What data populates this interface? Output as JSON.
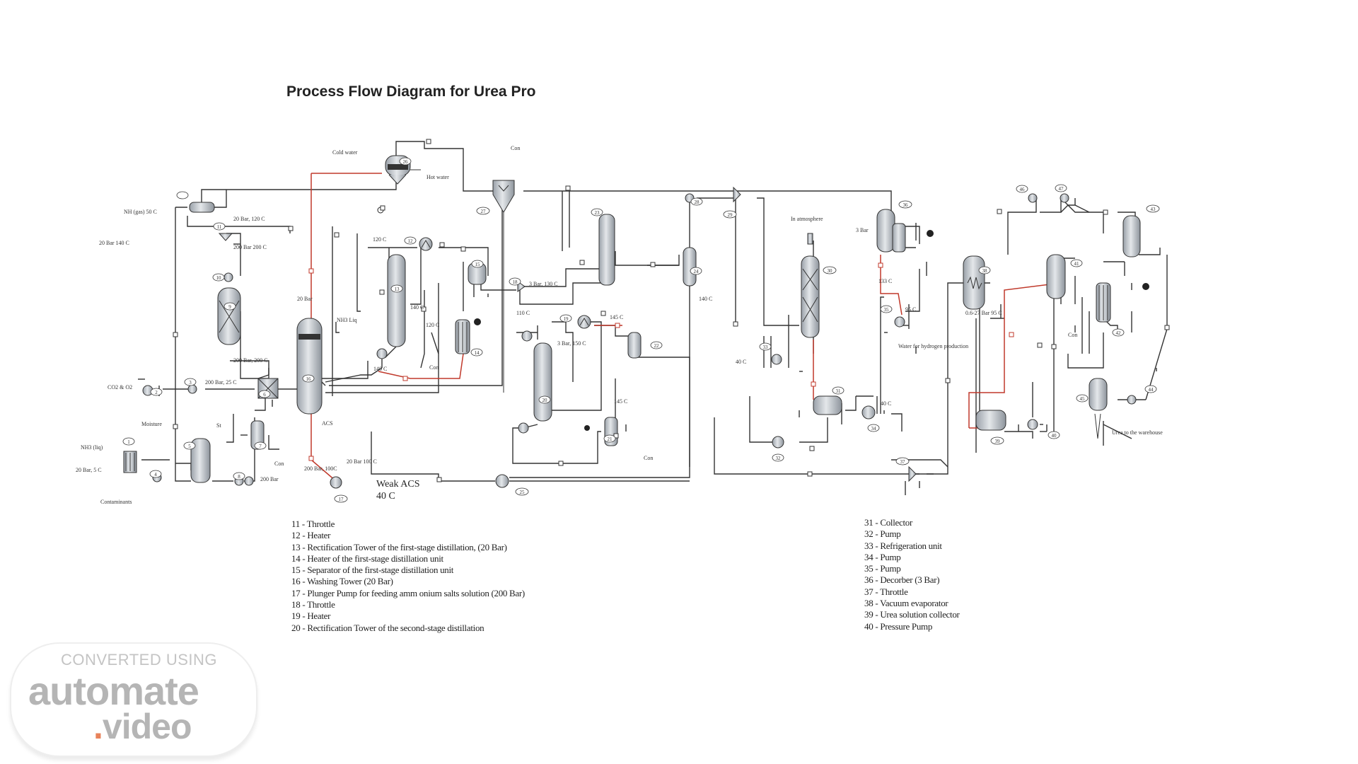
{
  "title": "Process Flow Diagram for Urea Pro",
  "labels": {
    "cold_water": "Cold water",
    "hot_water": "Hot water",
    "con_top": "Con",
    "nh3_gas": "NH (gas) 50 C",
    "p20_140": "20 Bar 140 C",
    "p200_120": "20 Bar, 120 C",
    "p200_200": "200 Bar 200 C",
    "t120a": "120 C",
    "t140a": "140 C",
    "t120b": "120 C",
    "t140b": "140 C",
    "p3_130": "3 Bar, 130 C",
    "t110": "110 C",
    "t145a": "145 C",
    "t145b": "145 C",
    "p3_150": "3 Bar, 150 C",
    "t140c": "140 C",
    "in_atm": "In atmosphere",
    "p3bar": "3 Bar",
    "t133": "133 C",
    "t95": "95 C",
    "water_h2": "Water for hydrogen production",
    "t40a": "40 C",
    "t40b": "40 C",
    "evap_cond": "0.6-27 Bar 95 C",
    "con_mid": "Con",
    "con_right": "Con",
    "con_low": "Con",
    "con_low2": "Con",
    "urea_wh": "Urea to the warehouse",
    "p20_label": "20 Bar",
    "nh3_liq_gas": "NH3 Liq",
    "p200_200b": "200 Bar, 200 C",
    "p200_25": "200 Bar, 25 C",
    "co2": "CO2 & O2",
    "moisture": "Moisture",
    "st": "St",
    "acs": "ACS",
    "p200_100": "200 Bar, 100C",
    "p20_100": "20 Bar 100 C",
    "p200bar": "200 Bar",
    "nh3_liq": "NH3 (liq)",
    "p20_5": "20 Bar, 5 C",
    "contaminants": "Contaminants",
    "weak_acs": "Weak ACS",
    "weak_acs_t": "40 C"
  },
  "equipment_tags": [
    "1",
    "2",
    "3",
    "4",
    "5",
    "6",
    "7",
    "8",
    "9",
    "10",
    "11",
    "12",
    "13",
    "14",
    "15",
    "16",
    "17",
    "18",
    "19",
    "20",
    "21",
    "22",
    "23",
    "24",
    "25",
    "26",
    "27",
    "28",
    "29",
    "30",
    "31",
    "32",
    "33",
    "34",
    "35",
    "36",
    "37",
    "38",
    "39",
    "40",
    "41",
    "42",
    "43",
    "44",
    "45",
    "46",
    "47"
  ],
  "legend_left": [
    "11 - Throttle",
    "12 - Heater",
    "13 - Rectification Tower of the first-stage distillation, (20 Bar)",
    "14 - Heater of the first-stage distillation unit",
    "15 - Separator of the first-stage distillation unit",
    "16 - Washing Tower (20 Bar)",
    "17 - Plunger Pump for feeding amm onium salts solution (200 Bar)",
    "18 - Throttle",
    "19 - Heater",
    "20 - Rectification Tower of the second-stage distillation"
  ],
  "legend_right": [
    "31 - Collector",
    "32 - Pump",
    "33 - Refrigeration unit",
    "34 - Pump",
    "35 - Pump",
    "36 - Decorber (3 Bar)",
    "37 - Throttle",
    "38 - Vacuum evaporator",
    "39 - Urea solution collector",
    "40 - Pressure Pump"
  ],
  "watermark": {
    "line1": "CONVERTED USING",
    "line2": "automate",
    "dot": ".",
    "line3": "video"
  },
  "colors": {
    "line": "#333333",
    "hot_stream": "#c0392b",
    "vessel_fill": "#c9cdd3"
  }
}
